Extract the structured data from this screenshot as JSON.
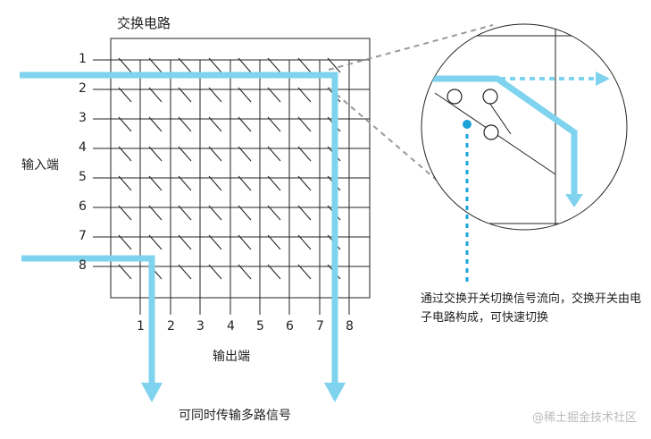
{
  "title": "交换电路",
  "input_label": "输入端",
  "output_label": "输出端",
  "bottom_caption": "可同时传输多路信号",
  "side_caption": "通过交换开关切换信号流向，交换开关由电子电路构成，可快速切换",
  "row_labels": [
    "1",
    "2",
    "3",
    "4",
    "5",
    "6",
    "7",
    "8"
  ],
  "col_labels": [
    "1",
    "2",
    "3",
    "4",
    "5",
    "6",
    "7",
    "8"
  ],
  "watermark": "@稀土掘金技术社区",
  "colors": {
    "signal": "#7fd3ee",
    "dot": "#1aa3d9",
    "line": "#222222",
    "dash": "#999999"
  }
}
